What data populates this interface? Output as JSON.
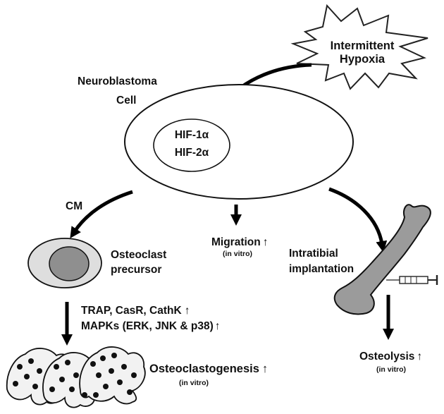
{
  "hypoxia": {
    "line1": "Intermittent",
    "line2": "Hypoxia"
  },
  "cell": {
    "line1": "Neuroblastoma",
    "line2": "Cell"
  },
  "hif": {
    "line1": "HIF-1α",
    "line2": "HIF-2α"
  },
  "cm": "CM",
  "migration": {
    "label": "Migration",
    "note": "(in vitro)"
  },
  "precursor": {
    "line1": "Osteoclast",
    "line2": "precursor"
  },
  "implantation": {
    "line1": "Intratibial",
    "line2": "implantation"
  },
  "markers": {
    "line1": "TRAP, CasR, CathK",
    "line2": "MAPKs (ERK, JNK & p38)"
  },
  "osteoclastogenesis": {
    "label": "Osteoclastogenesis",
    "note": "(in vitro)"
  },
  "osteolysis": {
    "label": "Osteolysis",
    "note": "(in vitro)"
  },
  "up_arrow": "↑"
}
